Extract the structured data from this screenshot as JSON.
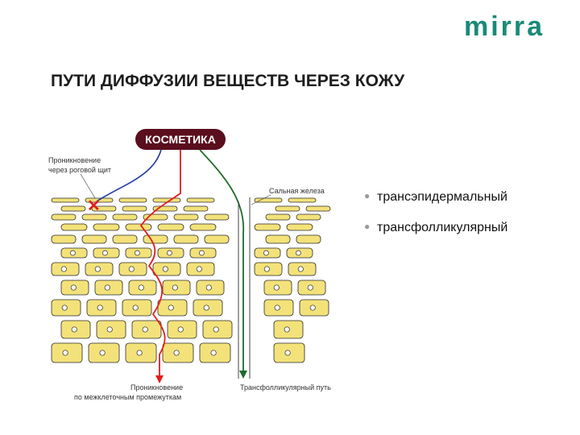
{
  "logo": {
    "text": "mirra",
    "color": "#1a8a78"
  },
  "slide": {
    "title": "ПУТИ ДИФФУЗИИ ВЕЩЕСТВ ЧЕРЕЗ КОЖУ"
  },
  "diagram": {
    "source_label": "КОСМЕТИКА",
    "label_horny": [
      "Проникновение",
      "через роговой щит"
    ],
    "label_gland": "Сальная железа",
    "label_intercellular": [
      "Проникновение",
      "по межклеточным промежуткам"
    ],
    "label_follicular": "Трансфолликулярный путь",
    "colors": {
      "cell_fill": "#f3e27a",
      "cell_stroke": "#2b2b2b",
      "path_blue": "#1f3a9e",
      "path_red": "#e01e1e",
      "path_green": "#1f6b2a",
      "badge": "#5a0e1e"
    }
  },
  "bullets": [
    {
      "text": "трансэпидермальный"
    },
    {
      "text": "трансфолликулярный"
    }
  ]
}
